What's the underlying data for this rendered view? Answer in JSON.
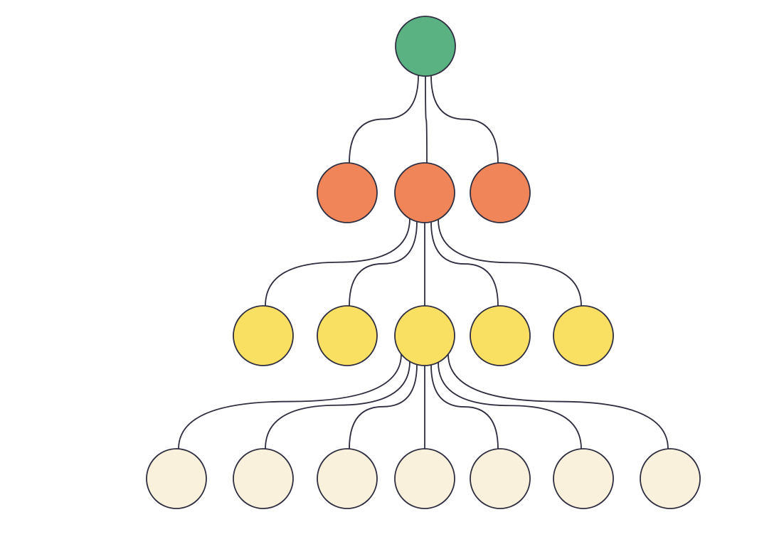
{
  "diagram": {
    "type": "tree",
    "colors": {
      "stroke": "#2e2e40",
      "level0": "#5ab283",
      "level1": "#ef8559",
      "level2": "#fae062",
      "level3": "#faf1dc"
    },
    "levels": [
      {
        "count": 1,
        "expanded_index": 0
      },
      {
        "count": 3,
        "expanded_index": 1
      },
      {
        "count": 5,
        "expanded_index": 2
      },
      {
        "count": 7,
        "expanded_index": null
      }
    ]
  }
}
